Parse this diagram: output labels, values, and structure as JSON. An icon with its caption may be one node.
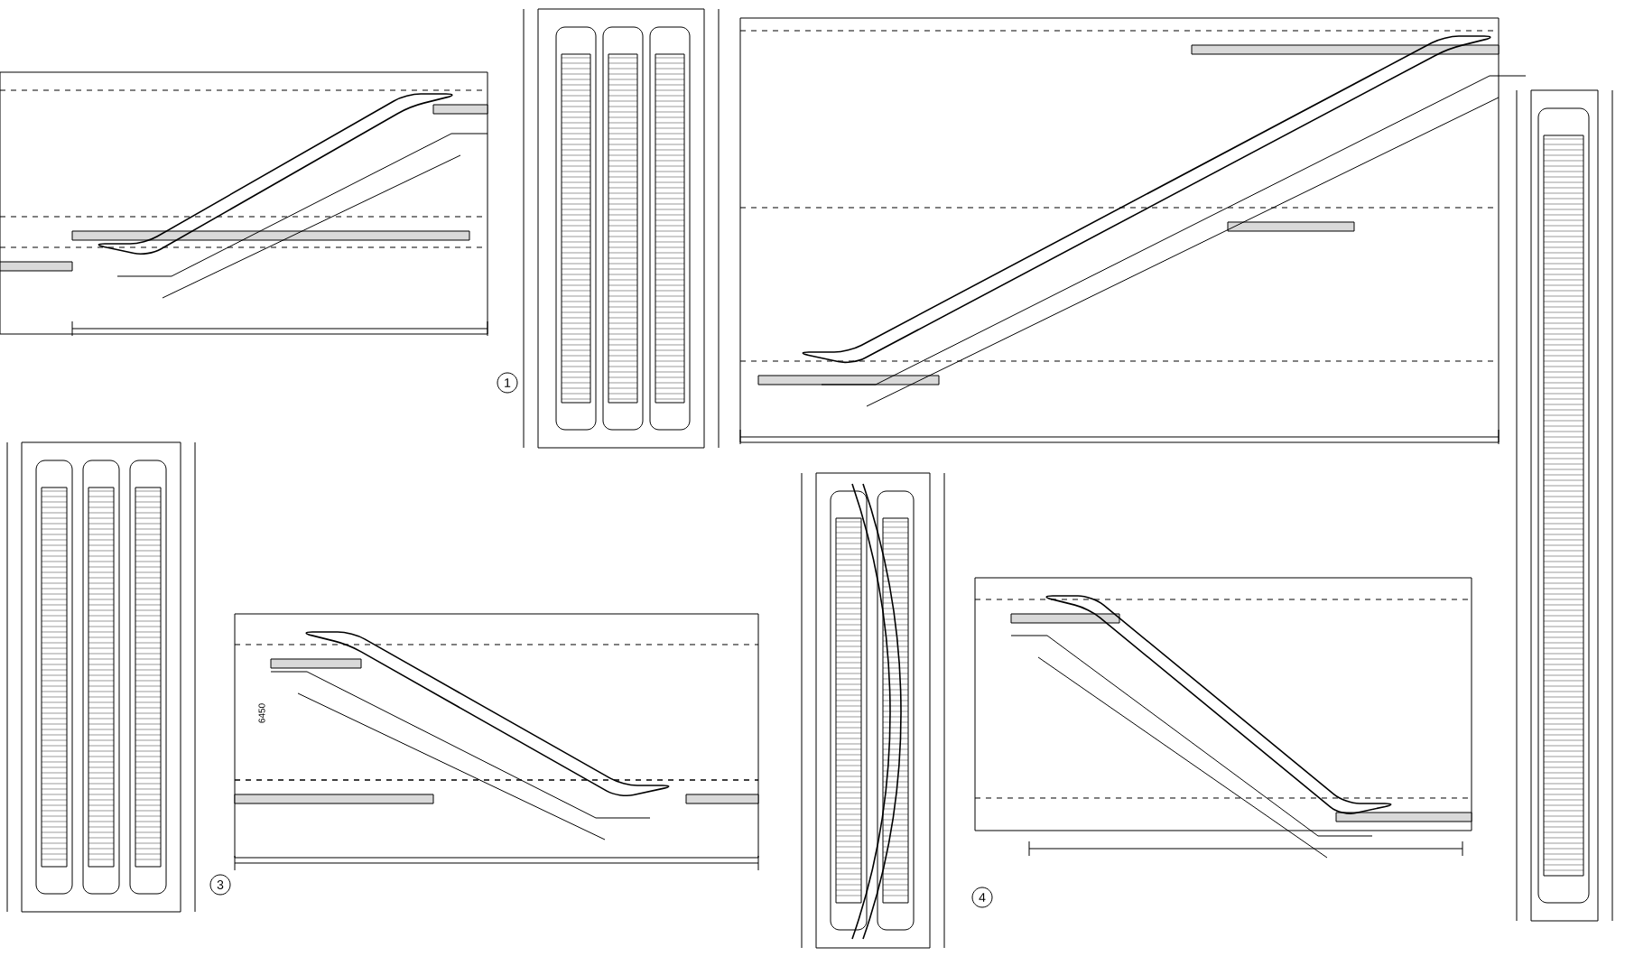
{
  "diagram": {
    "labels": [
      "1",
      "6450",
      "3",
      "4"
    ]
  }
}
